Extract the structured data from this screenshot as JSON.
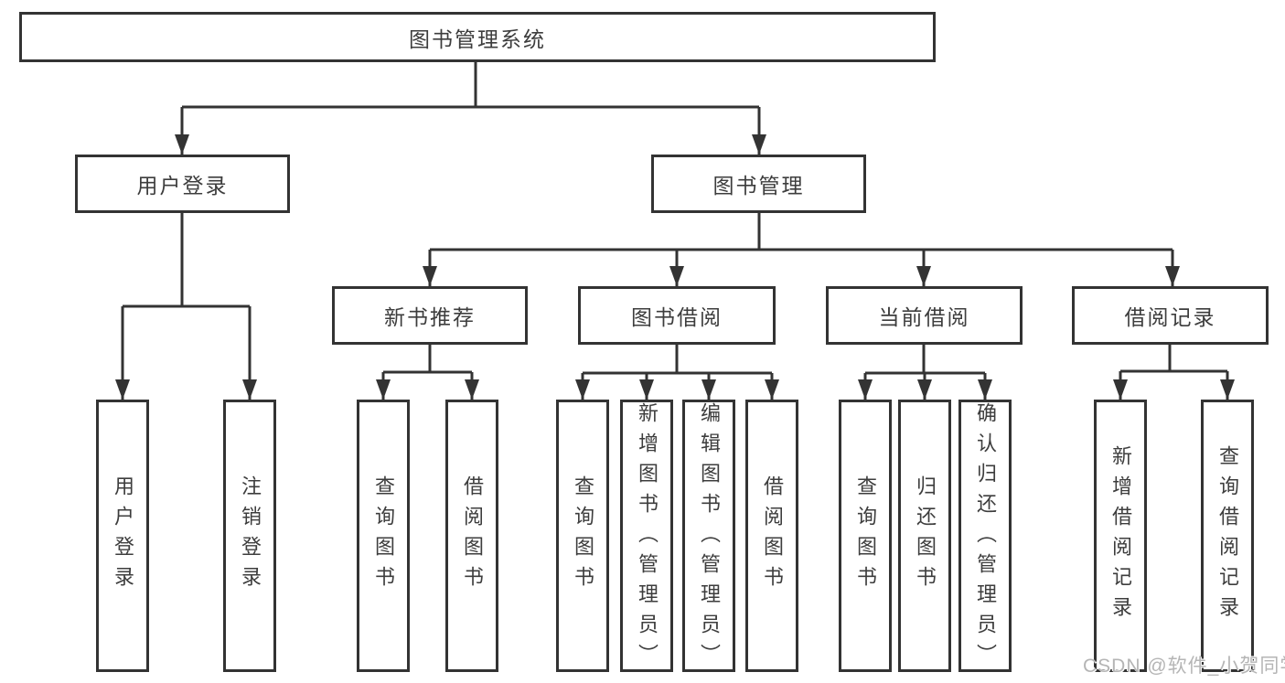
{
  "diagram": {
    "title": "图书管理系统",
    "type": "tree",
    "tree": {
      "label": "图书管理系统",
      "children": [
        {
          "label": "用户登录",
          "children": [
            {
              "label": "用户登录"
            },
            {
              "label": "注销登录"
            }
          ]
        },
        {
          "label": "图书管理",
          "children": [
            {
              "label": "新书推荐",
              "children": [
                {
                  "label": "查询图书"
                },
                {
                  "label": "借阅图书"
                }
              ]
            },
            {
              "label": "图书借阅",
              "children": [
                {
                  "label": "查询图书"
                },
                {
                  "label": "新增图书（管理员）"
                },
                {
                  "label": "编辑图书（管理员）"
                },
                {
                  "label": "借阅图书"
                }
              ]
            },
            {
              "label": "当前借阅",
              "children": [
                {
                  "label": "查询图书"
                },
                {
                  "label": "归还图书"
                },
                {
                  "label": "确认归还（管理员）"
                }
              ]
            },
            {
              "label": "借阅记录",
              "children": [
                {
                  "label": "新增借阅记录"
                },
                {
                  "label": "查询借阅记录"
                }
              ]
            }
          ]
        }
      ]
    }
  },
  "nodes": {
    "root": {
      "label": "图书管理系统"
    },
    "user_login": {
      "label": "用户登录"
    },
    "book_mgmt": {
      "label": "图书管理"
    },
    "new_book": {
      "label": "新书推荐"
    },
    "book_borrow": {
      "label": "图书借阅"
    },
    "cur_borrow": {
      "label": "当前借阅"
    },
    "borrow_rec": {
      "label": "借阅记录"
    },
    "ul_login": {
      "label": "用户登录"
    },
    "ul_logout": {
      "label": "注销登录"
    },
    "nb_query": {
      "label": "查询图书"
    },
    "nb_borrow": {
      "label": "借阅图书"
    },
    "bb_query": {
      "label": "查询图书"
    },
    "bb_add": {
      "label": "新增图书（管理员）"
    },
    "bb_edit": {
      "label": "编辑图书（管理员）"
    },
    "bb_borrow": {
      "label": "借阅图书"
    },
    "cb_query": {
      "label": "查询图书"
    },
    "cb_return": {
      "label": "归还图书"
    },
    "cb_confirm": {
      "label": "确认归还（管理员）"
    },
    "br_add": {
      "label": "新增借阅记录"
    },
    "br_query": {
      "label": "查询借阅记录"
    }
  },
  "watermark": {
    "text": "CSDN @软件_小贺同学"
  },
  "colors": {
    "line": "#333333",
    "text": "#3d3d3d",
    "background": "#ffffff",
    "watermark": "#b5b5b5"
  }
}
